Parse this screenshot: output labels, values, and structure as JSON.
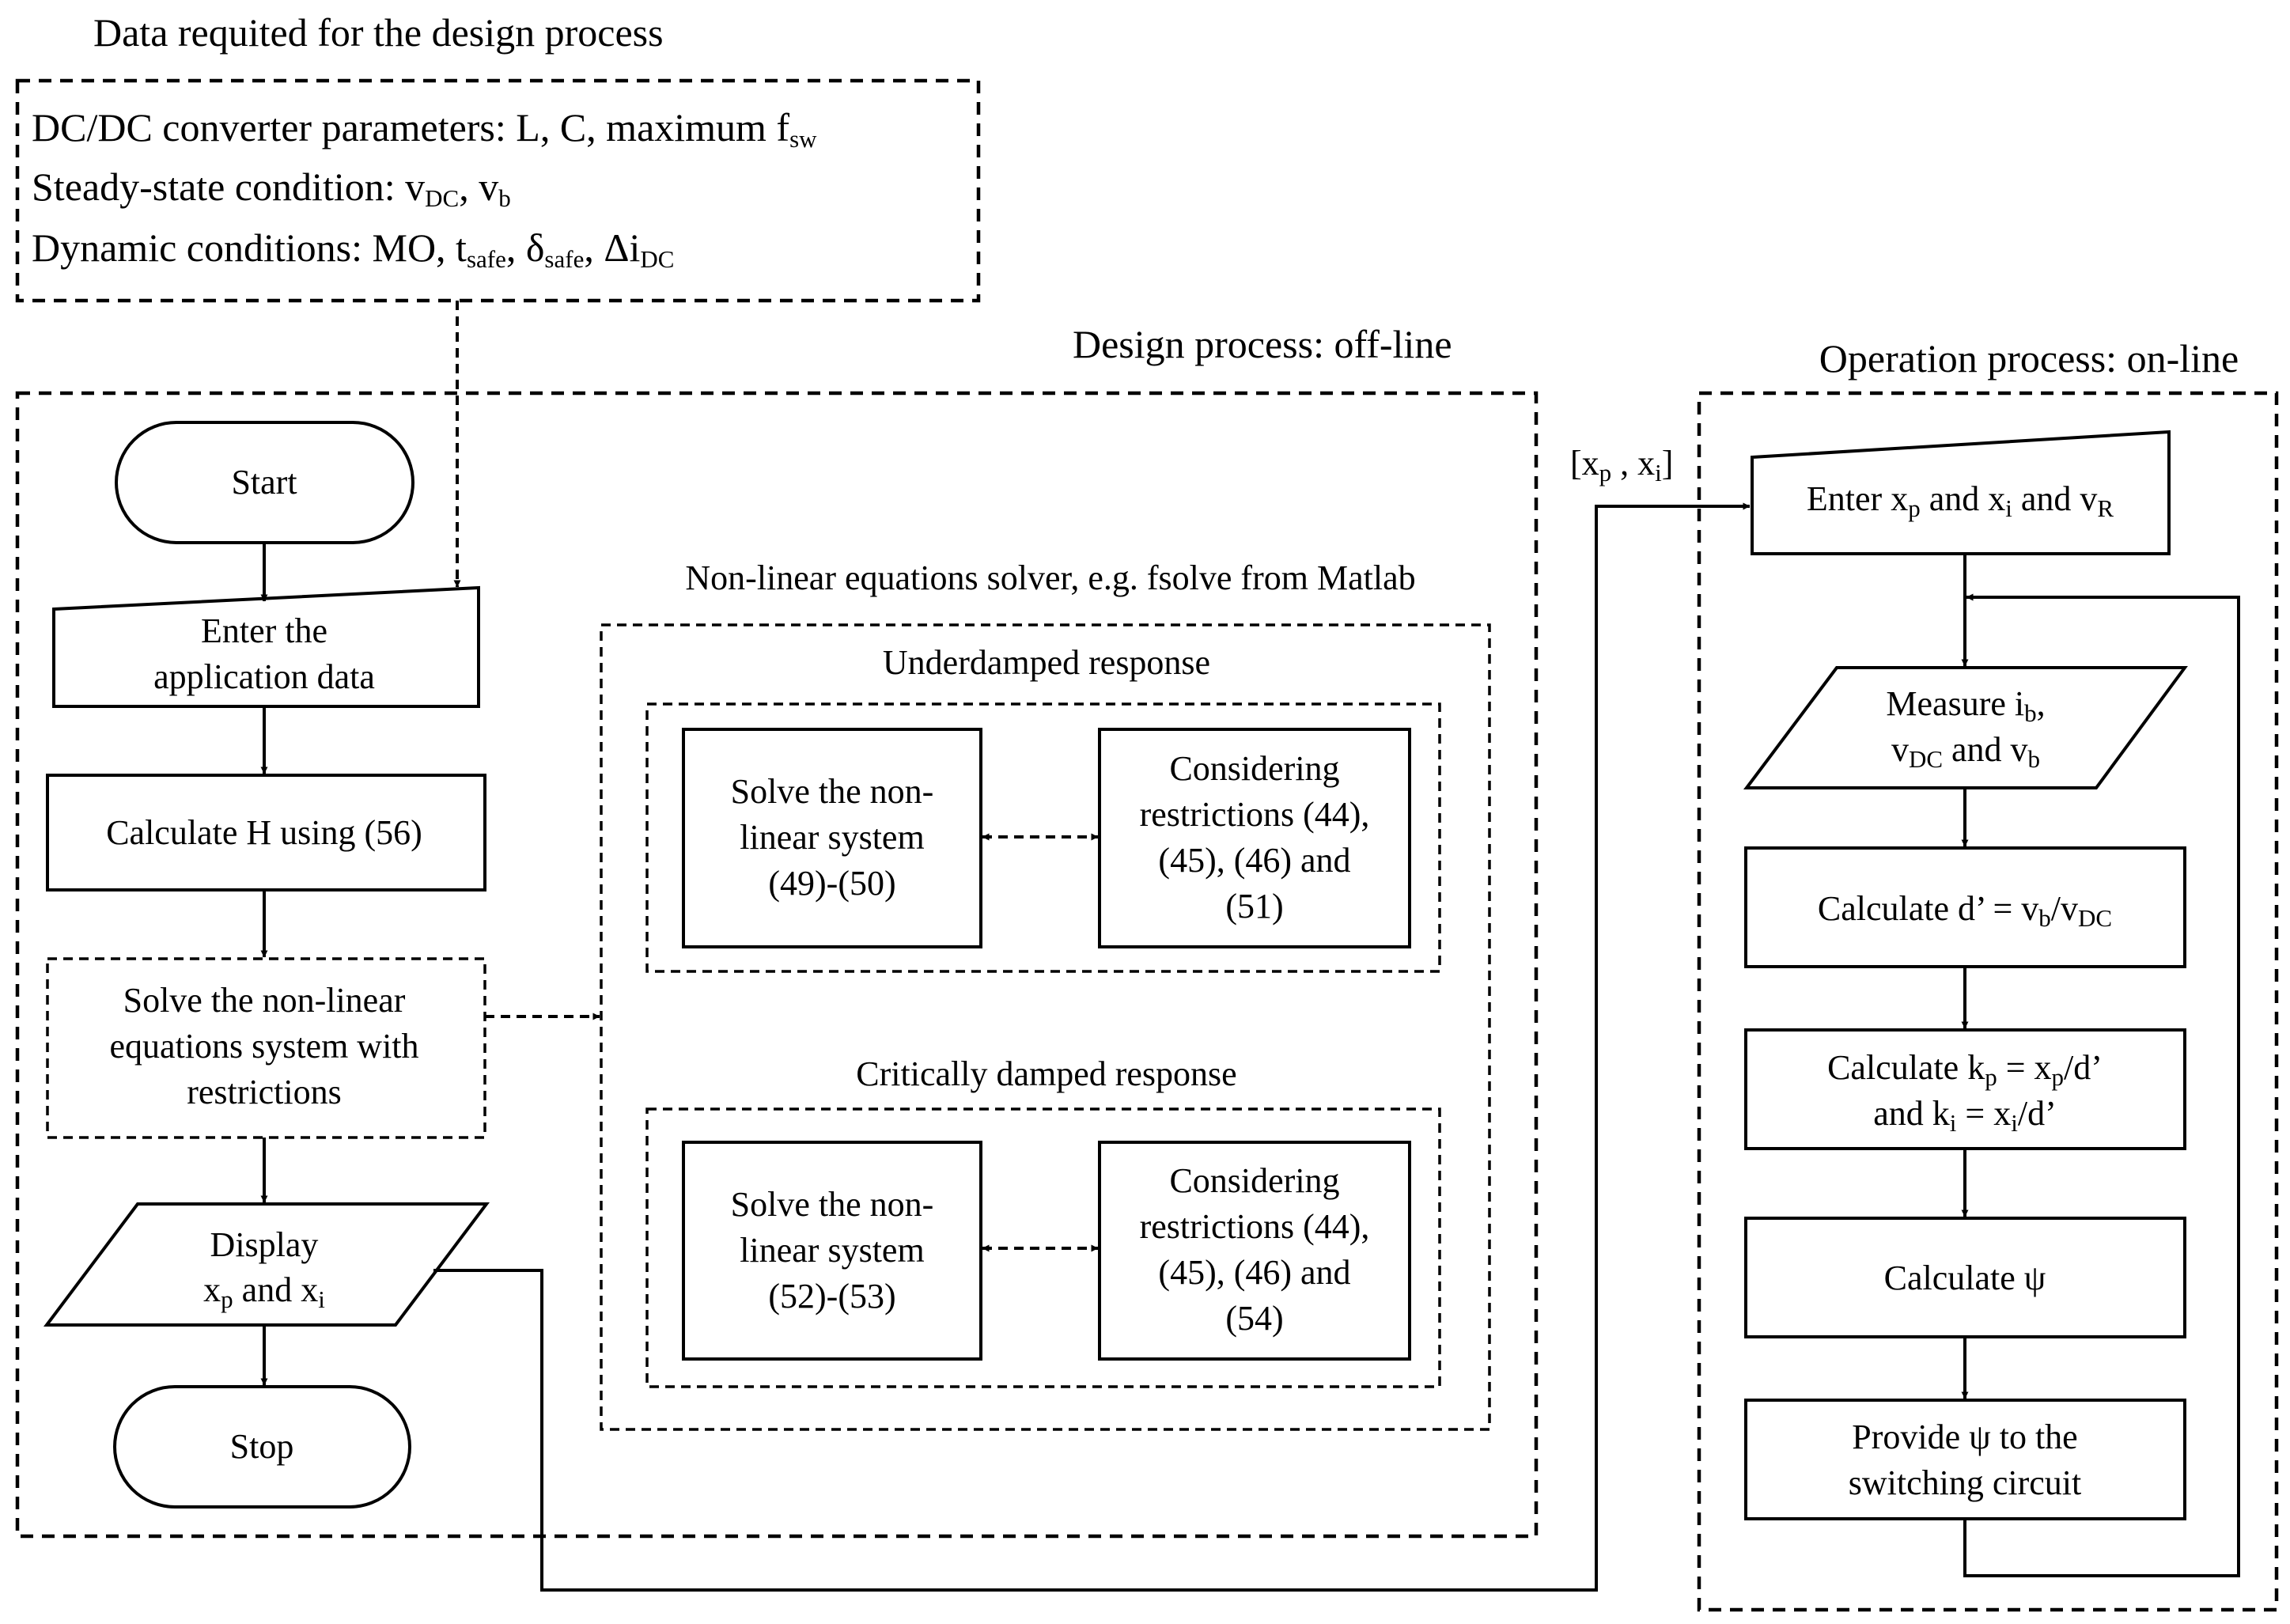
{
  "data_box": {
    "title": "Data requited for the design process",
    "line1": {
      "text": "DC/DC converter parameters: L, C, maximum f",
      "sub": "sw"
    },
    "line2": {
      "t1": "Steady-state condition: v",
      "s1": "DC",
      "t2": ", v",
      "s2": "b"
    },
    "line3": {
      "t1": "Dynamic conditions: MO, t",
      "s1": "safe",
      "t2": ", δ",
      "s2": "safe",
      "t3": ",  Δi",
      "s3": "DC"
    }
  },
  "design_process": {
    "title": "Design process: off-line",
    "start": "Start",
    "enter": {
      "line1": "Enter the",
      "line2": "application data"
    },
    "calc_h": "Calculate H using (56)",
    "solve": {
      "line1": "Solve the non-linear",
      "line2": "equations system with",
      "line3": "restrictions"
    },
    "display": {
      "line1": "Display",
      "x": "x",
      "p": "p",
      "and": " and x",
      "i": "i"
    },
    "stop": "Stop"
  },
  "solver": {
    "title": "Non-linear equations solver, e.g. fsolve from Matlab",
    "underdamped": {
      "title": "Underdamped response",
      "solve": {
        "line1": "Solve the non-",
        "line2": "linear system",
        "line3": "(49)-(50)"
      },
      "restrictions": {
        "line1": "Considering",
        "line2": "restrictions (44),",
        "line3": "(45), (46) and",
        "line4": "(51)"
      }
    },
    "critically": {
      "title": "Critically damped response",
      "solve": {
        "line1": "Solve the non-",
        "line2": "linear system",
        "line3": "(52)-(53)"
      },
      "restrictions": {
        "line1": "Considering",
        "line2": "restrictions (44),",
        "line3": "(45), (46) and",
        "line4": "(54)"
      }
    }
  },
  "transfer_label": {
    "open": "[x",
    "p": "p",
    "mid": " , x",
    "i": "i",
    "close": "]"
  },
  "operation_process": {
    "title": "Operation process: on-line",
    "enter": {
      "t1": "Enter x",
      "s1": "p",
      "t2": " and x",
      "s2": "i",
      "t3": " and v",
      "s3": "R"
    },
    "measure": {
      "t1": "Measure i",
      "s1": "b",
      "t2": ",",
      "t3": "v",
      "s3": "DC",
      "t4": " and v",
      "s4": "b"
    },
    "calc_d": {
      "t1": "Calculate d’ = v",
      "s1": "b",
      "t2": "/v",
      "s2": "DC"
    },
    "calc_k": {
      "t1": "Calculate k",
      "s1": "p",
      "t2": " = x",
      "s2": "p",
      "t3": "/d’",
      "t4": "and k",
      "s4": "i",
      "t5": " = x",
      "s5": "i",
      "t6": "/d’"
    },
    "calc_psi": "Calculate ψ",
    "provide": {
      "line1": "Provide ψ to the",
      "line2": "switching circuit"
    }
  }
}
